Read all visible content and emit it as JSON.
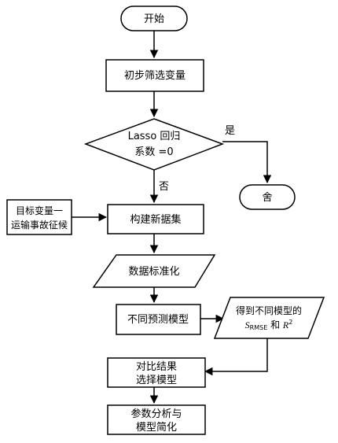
{
  "nodes": {
    "start": "开始",
    "screen": "初步筛选变量",
    "decision_line1": "Lasso 回归",
    "decision_line2": "系数 =0",
    "yes": "是",
    "no": "否",
    "discard": "舍",
    "target_line1": "目标变量一",
    "target_line2": "运输事故征候",
    "build": "构建新据集",
    "normalize": "数据标准化",
    "models": "不同预测模型",
    "result_line1": "得到不同模型的",
    "result_S": "S",
    "result_sub": "RMSE",
    "result_and": " 和 ",
    "result_R": "R",
    "result_sup": "2",
    "compare_line1": "对比结果",
    "compare_line2": "选择模型",
    "analysis_line1": "参数分析与",
    "analysis_line2": "模型简化"
  }
}
